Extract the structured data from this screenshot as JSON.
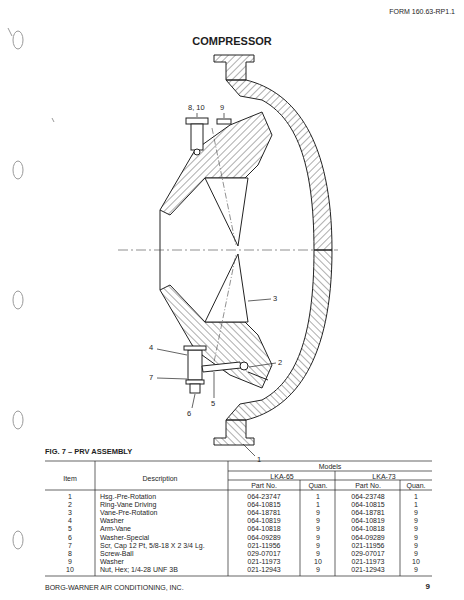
{
  "diagram": {
    "title": "COMPRESSOR",
    "caption": "FIG. 7 – PRV ASSEMBLY",
    "labels": [
      "FORM 160.63-RP1.1",
      "8, 10",
      "9",
      "3",
      "4",
      "2",
      "7",
      "5",
      "6",
      "1",
      "Item",
      "Description",
      "Models",
      "LKA-65",
      "LKA-73",
      "Part No.",
      "Quan.",
      "Part No.",
      "Quan.",
      "1",
      "Hsg.-Pre-Rotation",
      "064-23747",
      "1",
      "064-23748",
      "1",
      "2",
      "Ring-Vane Driving",
      "064-10815",
      "1",
      "064-10815",
      "1",
      "3",
      "Vane-Pre-Rotation",
      "064-18781",
      "9",
      "064-18781",
      "9",
      "4",
      "Washer",
      "064-10819",
      "9",
      "064-10819",
      "9",
      "5",
      "Arm-Vane",
      "064-10818",
      "9",
      "064-10818",
      "9",
      "6",
      "Washer-Special",
      "064-09289",
      "9",
      "064-09289",
      "9",
      "7",
      "Scr, Cap 12 Pt, 5/8-18 X 2 3/4 Lg.",
      "021-11956",
      "9",
      "021-11956",
      "9",
      "8",
      "Screw-Ball",
      "029-07017",
      "9",
      "029-07017",
      "9",
      "9",
      "Washer",
      "021-11973",
      "10",
      "021-11973",
      "10",
      "10",
      "Nut, Hex; 1/4-28 UNF 3B",
      "021-12943",
      "9",
      "021-12943",
      "9",
      "BORG-WARNER AIR CONDITIONING, INC.",
      "9"
    ]
  }
}
